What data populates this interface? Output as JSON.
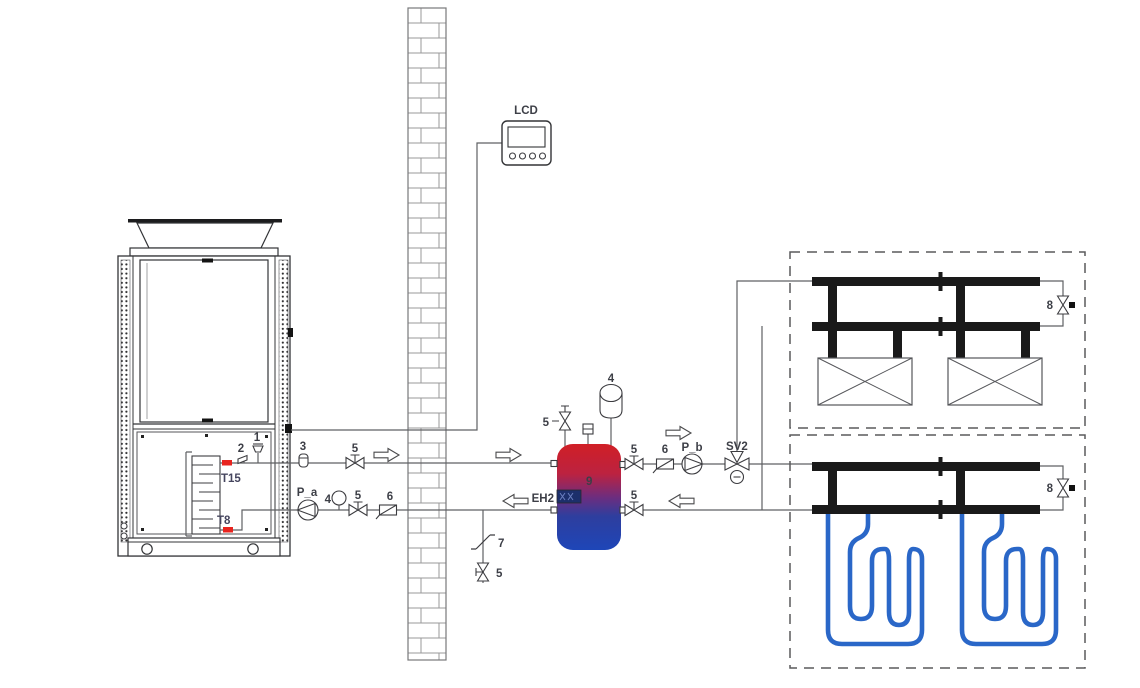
{
  "labels": {
    "lcd": "LCD",
    "t15": "T15",
    "t8": "T8",
    "pump_a": "P_a",
    "pump_b": "P_b",
    "sv2": "SV2",
    "eh2": "EH2",
    "n1": "1",
    "n2": "2",
    "n3": "3",
    "n4": "4",
    "n5": "5",
    "n6": "6",
    "n7": "7",
    "n8": "8",
    "n9": "9"
  },
  "colors": {
    "tank_hot": "#d01f26",
    "tank_cold": "#1e46b8",
    "loop_cold": "#2a67c8",
    "loop_hot": "#ee2222",
    "sensor_mark": "#e8241f",
    "header_bar": "#1a1a1a",
    "heater_block": "#1c2f6b"
  }
}
